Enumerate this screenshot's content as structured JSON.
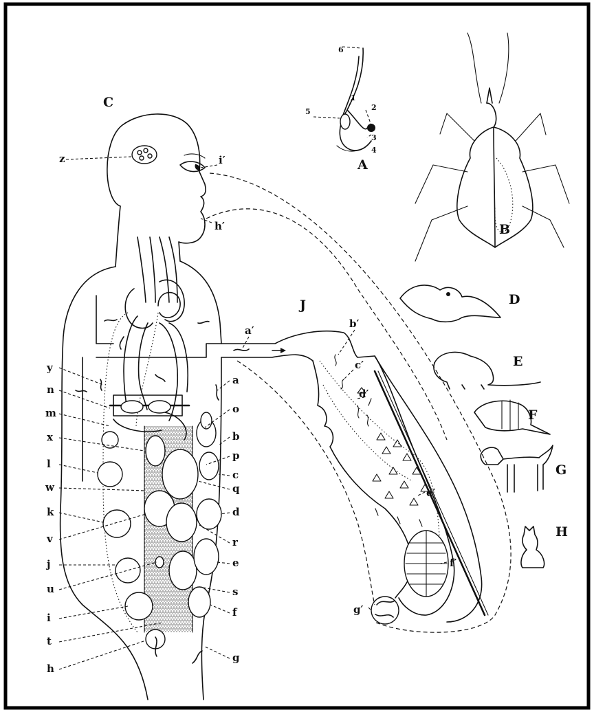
{
  "panels": {
    "A": "A",
    "B": "B",
    "C": "C",
    "D": "D",
    "E": "E",
    "F": "F",
    "G": "G",
    "H": "H",
    "J": "J"
  },
  "detail_numbers": [
    "1",
    "2",
    "3",
    "4",
    "5",
    "6"
  ],
  "body_labels_left": [
    "y",
    "n",
    "m",
    "x",
    "l",
    "w",
    "k",
    "v",
    "j",
    "u",
    "i",
    "t",
    "h"
  ],
  "body_labels_right": [
    "a",
    "o",
    "b",
    "p",
    "c",
    "q",
    "d",
    "r",
    "e",
    "s",
    "f",
    "g"
  ],
  "head_labels": {
    "z": "z",
    "i_prime": "i′",
    "h_prime": "h′"
  },
  "bug_labels": {
    "a_prime": "a′",
    "b_prime": "b′",
    "c_prime": "c′",
    "d_prime": "d′",
    "e_prime": "e′",
    "f_prime": "f′",
    "g_prime": "g′"
  },
  "colors": {
    "ink": "#111111",
    "paper": "#ffffff",
    "frame": "#000000"
  }
}
